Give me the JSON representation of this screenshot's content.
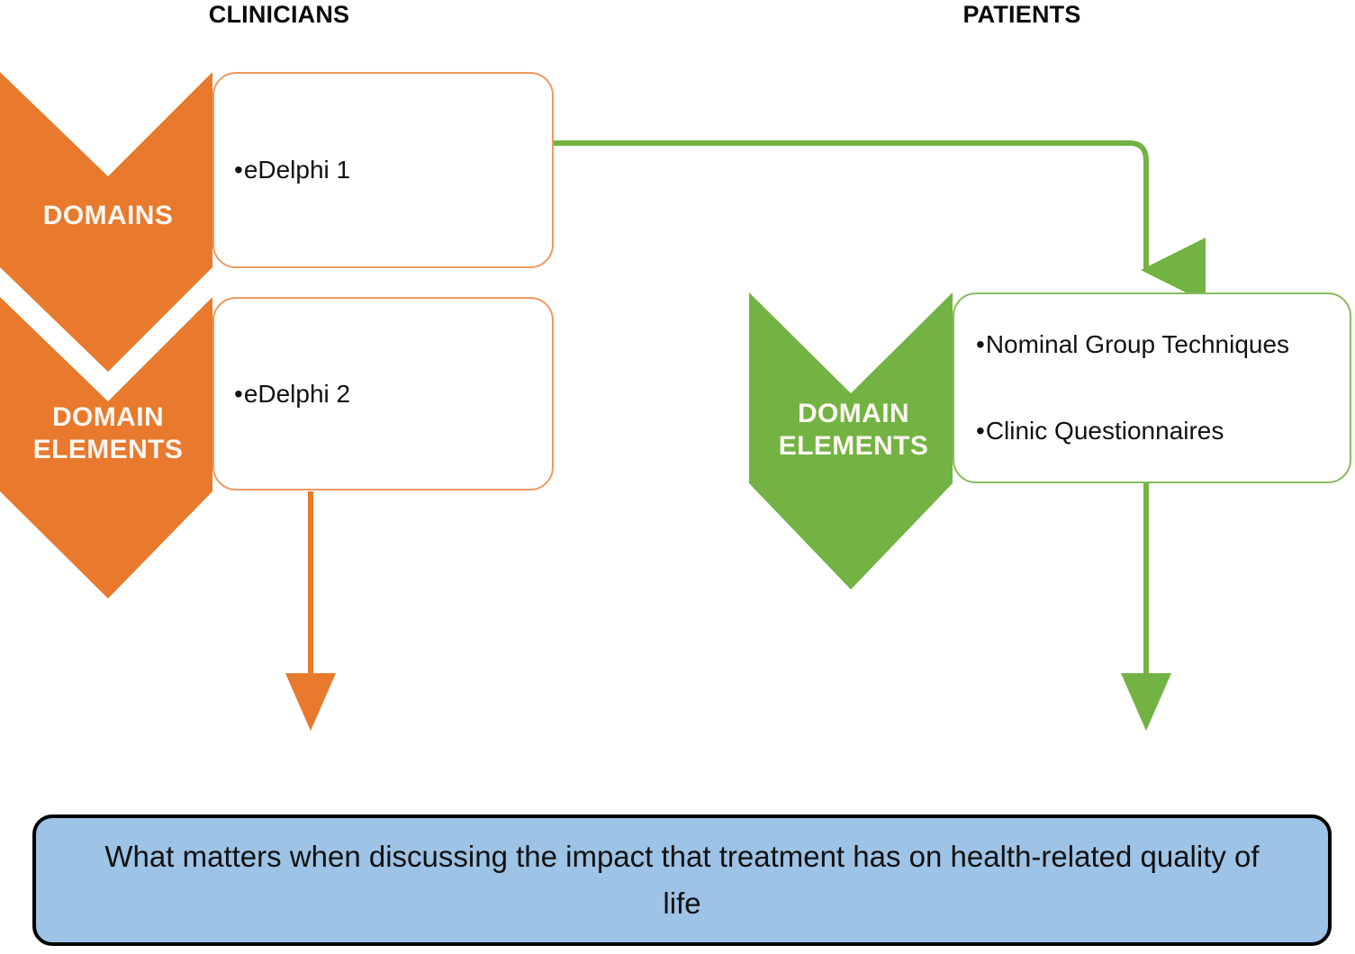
{
  "headings": {
    "left": "CLINICIANS",
    "right": "PATIENTS"
  },
  "colors": {
    "orange_fill": "#E8792D",
    "orange_border": "#ED9A5E",
    "green_fill": "#72B344",
    "green_border": "#86BB5C",
    "summary_fill": "#9DC3E6",
    "summary_border": "#000000",
    "chevron_label_text": "#FDF6F0",
    "body_text": "#111111"
  },
  "clinicians": {
    "stage1": {
      "chevron_label": "DOMAINS",
      "methods": [
        {
          "bullet": "•",
          "text": "eDelphi 1"
        }
      ]
    },
    "stage2": {
      "chevron_label": "DOMAIN\nELEMENTS",
      "methods": [
        {
          "bullet": "•",
          "text": "eDelphi 2"
        }
      ]
    }
  },
  "patients": {
    "stage1": {
      "chevron_label": "DOMAIN\nELEMENTS",
      "methods": [
        {
          "bullet": "•",
          "text": "Nominal Group Techniques"
        },
        {
          "bullet": "•",
          "text": "Clinic Questionnaires"
        }
      ]
    }
  },
  "connectors": [
    {
      "name": "edelphi1-to-patient-domain-elements",
      "color": "#72B344",
      "style": "elbow-with-arrowhead"
    },
    {
      "name": "edelphi2-downward",
      "color": "#E8792D",
      "style": "straight-with-arrowhead"
    },
    {
      "name": "patient-methods-downward",
      "color": "#72B344",
      "style": "straight-with-arrowhead"
    }
  ],
  "summary": {
    "text": "What matters when discussing the impact that treatment has on health-related quality of life"
  }
}
